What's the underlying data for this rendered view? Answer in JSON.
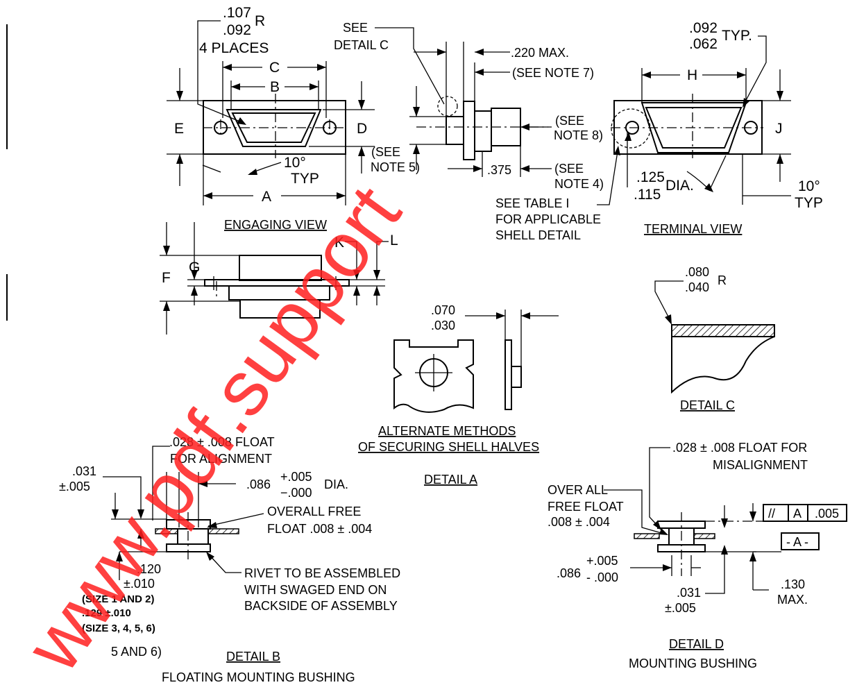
{
  "watermark": "www.pdf.support",
  "engaging_view": {
    "radius_top": ".107",
    "radius_bottom": ".092",
    "radius_suffix": "R",
    "places": "4 PLACES",
    "dim_c": "C",
    "dim_b": "B",
    "dim_e": "E",
    "dim_d": "D",
    "angle": "10°",
    "angle_typ": "TYP",
    "dim_a": "A",
    "title": "ENGAGING VIEW"
  },
  "side_view": {
    "see_detail_c_1": "SEE",
    "see_detail_c_2": "DETAIL  C",
    "max_220": ".220 MAX.",
    "see_note7": "(SEE NOTE 7)",
    "see_note8_1": "(SEE",
    "see_note8_2": "NOTE 8)",
    "see_note5_1": "(SEE",
    "see_note5_2": "NOTE 5)",
    "dim_375": ".375",
    "see_note4_1": "(SEE",
    "see_note4_2": "NOTE 4)",
    "table_1": "SEE TABLE I",
    "table_2": "FOR APPLICABLE",
    "table_3": "SHELL DETAIL"
  },
  "terminal_view": {
    "typ_top": ".092",
    "typ_bottom": ".062",
    "typ_suffix": "TYP.",
    "dim_h": "H",
    "dim_j": "J",
    "dia_top": ".125",
    "dia_bottom": ".115",
    "dia_suffix": "DIA.",
    "angle": "10°",
    "angle_typ": "TYP",
    "title": "TERMINAL VIEW"
  },
  "profile_view": {
    "dim_f": "F",
    "dim_g": "G",
    "dim_k": "K",
    "dim_l": "L"
  },
  "detail_a": {
    "dim_top": ".070",
    "dim_bottom": ".030",
    "caption_1": "ALTERNATE METHODS",
    "caption_2": "OF SECURING SHELL HALVES",
    "title": "DETAIL  A"
  },
  "detail_c": {
    "radius_top": ".080",
    "radius_bottom": ".040",
    "radius_suffix": "R",
    "title": "DETAIL  C"
  },
  "detail_b": {
    "float_1": ".028 ± .008 FLOAT",
    "float_2": "FOR ALIGNMENT",
    "dim_031": ".031",
    "tol_005": "±.005",
    "dia_086": ".086",
    "tol_plus": "+.005",
    "tol_minus": "−.000",
    "dia_suffix": "DIA.",
    "overall_1": "OVERALL FREE",
    "overall_2": "FLOAT  .008 ± .004",
    "dim_120": ".120",
    "dim_010": "±.010",
    "rivet_1": "RIVET TO BE ASSEMBLED",
    "rivet_2": "WITH SWAGED END ON",
    "rivet_3": "BACKSIDE OF ASSEMBLY",
    "size_12": "(SIZE 1 AND 2)",
    "dim_129": ".129 ±.010",
    "size_3456": "(SIZE 3, 4, 5, 6)",
    "size_56_tail": "5 AND 6)",
    "title": "DETAIL  B",
    "subtitle": "FLOATING MOUNTING BUSHING"
  },
  "detail_d": {
    "float_1": ".028 ± .008 FLOAT FOR",
    "float_2": "MISALIGNMENT",
    "overall_1": "OVER ALL",
    "overall_2": "FREE FLOAT",
    "overall_3": ".008 ± .004",
    "fcf_sym": "//",
    "fcf_datum": "A",
    "fcf_tol": ".005",
    "datum_label": "- A -",
    "dia_086": ".086",
    "tol_plus": "+.005",
    "tol_minus": "- .000",
    "dim_031": ".031",
    "tol_005": "±.005",
    "max_130_1": ".130",
    "max_130_2": "MAX.",
    "title": "DETAIL  D",
    "subtitle": "MOUNTING BUSHING"
  }
}
